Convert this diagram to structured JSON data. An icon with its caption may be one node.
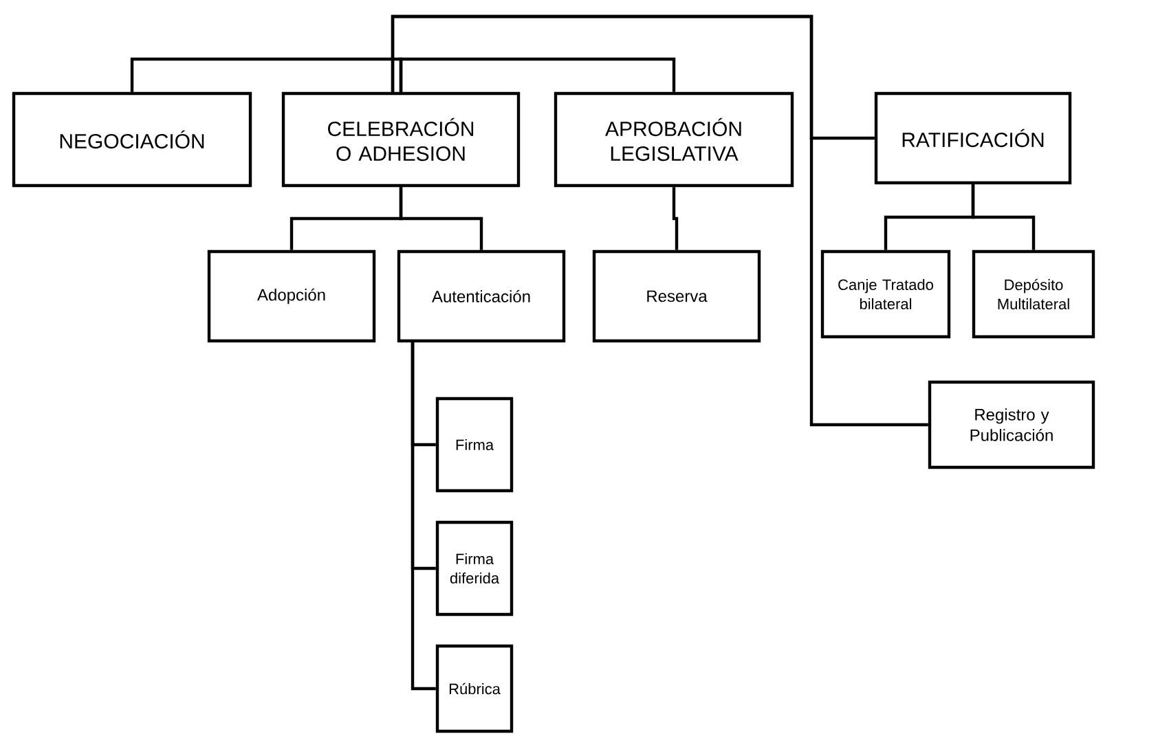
{
  "diagram": {
    "nodes": [
      {
        "text": [
          "NEGOCIACIÓN"
        ]
      },
      {
        "text": [
          "CELEBRACIÓN O ADHESION"
        ]
      },
      {
        "text": [
          "APROBACIÓN LEGISLATIVA"
        ]
      },
      {
        "text": [
          "RATIFICACIÓN"
        ]
      },
      {
        "text": [
          "Adopción"
        ]
      },
      {
        "text": [
          "Autenticación"
        ]
      },
      {
        "text": [
          "Reserva"
        ]
      },
      {
        "text": [
          "Canje Tratado bilateral"
        ]
      },
      {
        "text": [
          "Depósito Multilateral"
        ]
      },
      {
        "text": [
          "Registro y Publicación"
        ]
      },
      {
        "text": [
          "Firma"
        ]
      },
      {
        "text": [
          "Firma diferida"
        ]
      },
      {
        "text": [
          "Rúbrica"
        ]
      }
    ],
    "edges": [
      {
        "from": 0,
        "to": 1,
        "arrow": "none"
      },
      {
        "from": 1,
        "to": 2,
        "arrow": "none"
      },
      {
        "from": 1,
        "to": 3,
        "arrow": "none"
      },
      {
        "from": 1,
        "to": 9,
        "arrow": "none"
      },
      {
        "from": 1,
        "to": 4,
        "arrow": "none"
      },
      {
        "from": 1,
        "to": 5,
        "arrow": "none"
      },
      {
        "from": 2,
        "to": 6,
        "arrow": "none"
      },
      {
        "from": 3,
        "to": 7,
        "arrow": "none"
      },
      {
        "from": 3,
        "to": 8,
        "arrow": "none"
      },
      {
        "from": 5,
        "to": 10,
        "arrow": "none"
      },
      {
        "from": 5,
        "to": 11,
        "arrow": "none"
      },
      {
        "from": 5,
        "to": 12,
        "arrow": "none"
      }
    ]
  }
}
